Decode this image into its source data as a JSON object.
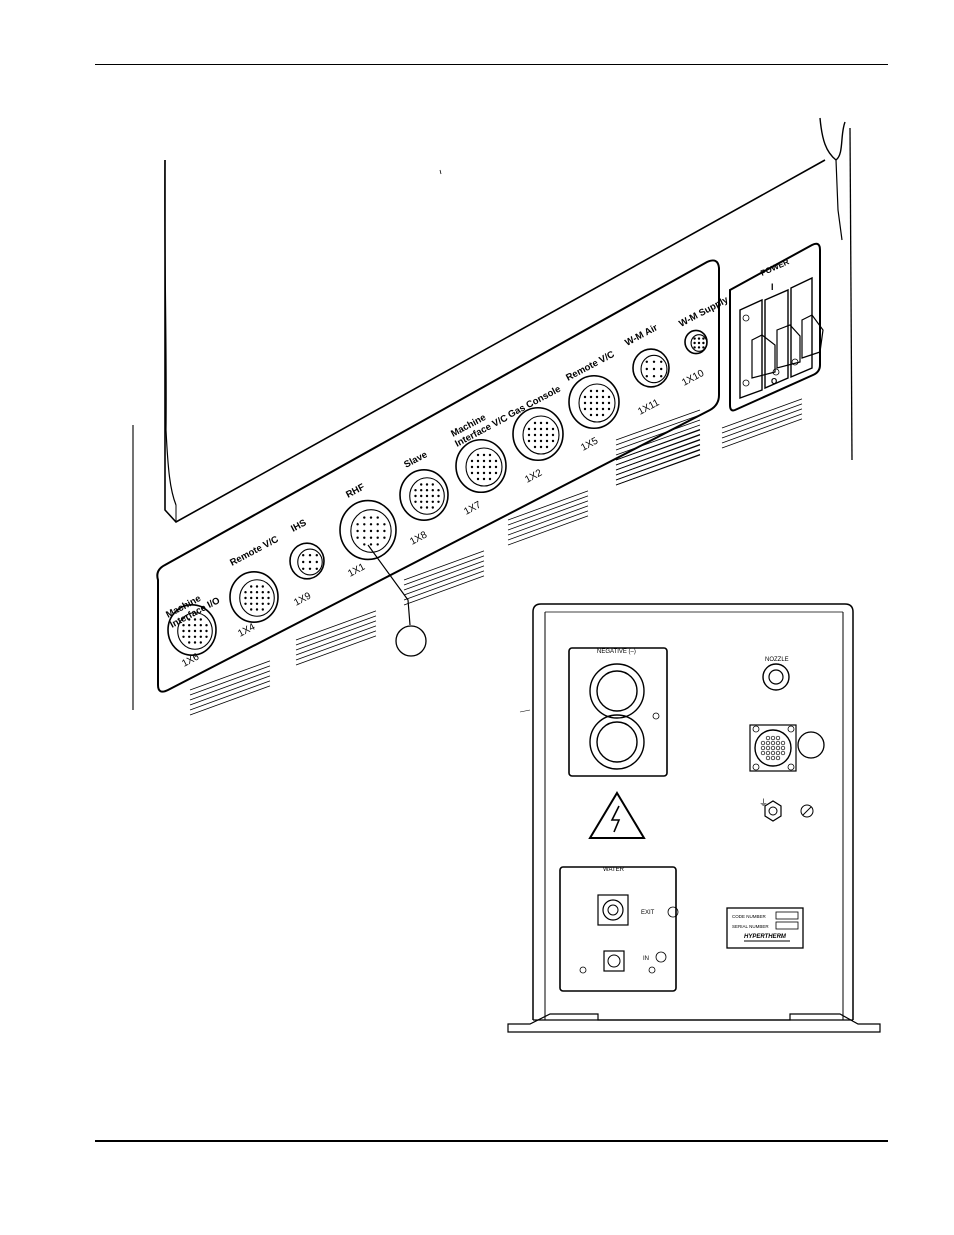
{
  "front_panel": {
    "connectors": [
      {
        "label_lines": [
          "Machine",
          "Interface I/O"
        ],
        "id": "1X6"
      },
      {
        "label_lines": [
          "Remote V/C"
        ],
        "id": "1X4"
      },
      {
        "label_lines": [
          "IHS"
        ],
        "id": "1X9"
      },
      {
        "label_lines": [
          "RHF"
        ],
        "id": "1X1"
      },
      {
        "label_lines": [
          "Slave"
        ],
        "id": "1X8"
      },
      {
        "label_lines": [
          "Machine",
          "Interface V/C"
        ],
        "id": "1X7"
      },
      {
        "label_lines": [
          "Gas Console"
        ],
        "id": "1X2"
      },
      {
        "label_lines": [
          "Remote V/C"
        ],
        "id": "1X5"
      },
      {
        "label_lines": [
          "W-M Air"
        ],
        "id": "1X11"
      },
      {
        "label_lines": [
          "W-M Supply"
        ],
        "id": "1X10"
      }
    ],
    "power": {
      "title": "POWER",
      "on_mark": "I",
      "off_mark": "O"
    }
  },
  "rear_panel": {
    "negative_label": "NEGATIVE (–)",
    "nozzle_label": "NOZZLE",
    "water_label": "WATER",
    "exit_label": "EXIT",
    "in_label": "IN",
    "ground_mark": "⏚",
    "plate": {
      "line1": "CODE NUMBER",
      "line2": "SERIAL NUMBER",
      "brand": "HYPERTHERM"
    }
  }
}
